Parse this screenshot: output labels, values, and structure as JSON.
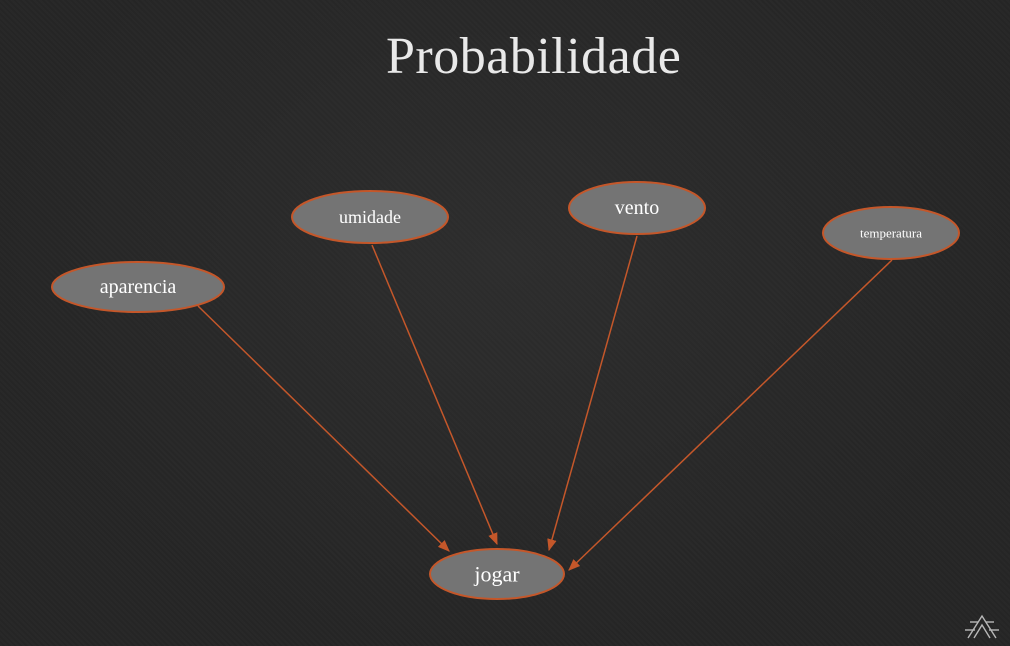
{
  "slide": {
    "title": "Probabilidade"
  },
  "diagram": {
    "nodes": [
      {
        "id": "aparencia",
        "label": "aparencia"
      },
      {
        "id": "umidade",
        "label": "umidade"
      },
      {
        "id": "vento",
        "label": "vento"
      },
      {
        "id": "temperatura",
        "label": "temperatura"
      },
      {
        "id": "jogar",
        "label": "jogar"
      }
    ],
    "edges": [
      {
        "from": "aparencia",
        "to": "jogar"
      },
      {
        "from": "umidade",
        "to": "jogar"
      },
      {
        "from": "vento",
        "to": "jogar"
      },
      {
        "from": "temperatura",
        "to": "jogar"
      }
    ]
  },
  "colors": {
    "background": "#262626",
    "node_fill": "#747474",
    "node_border": "#c4572a",
    "edge": "#c4572a",
    "text": "#ffffff"
  }
}
